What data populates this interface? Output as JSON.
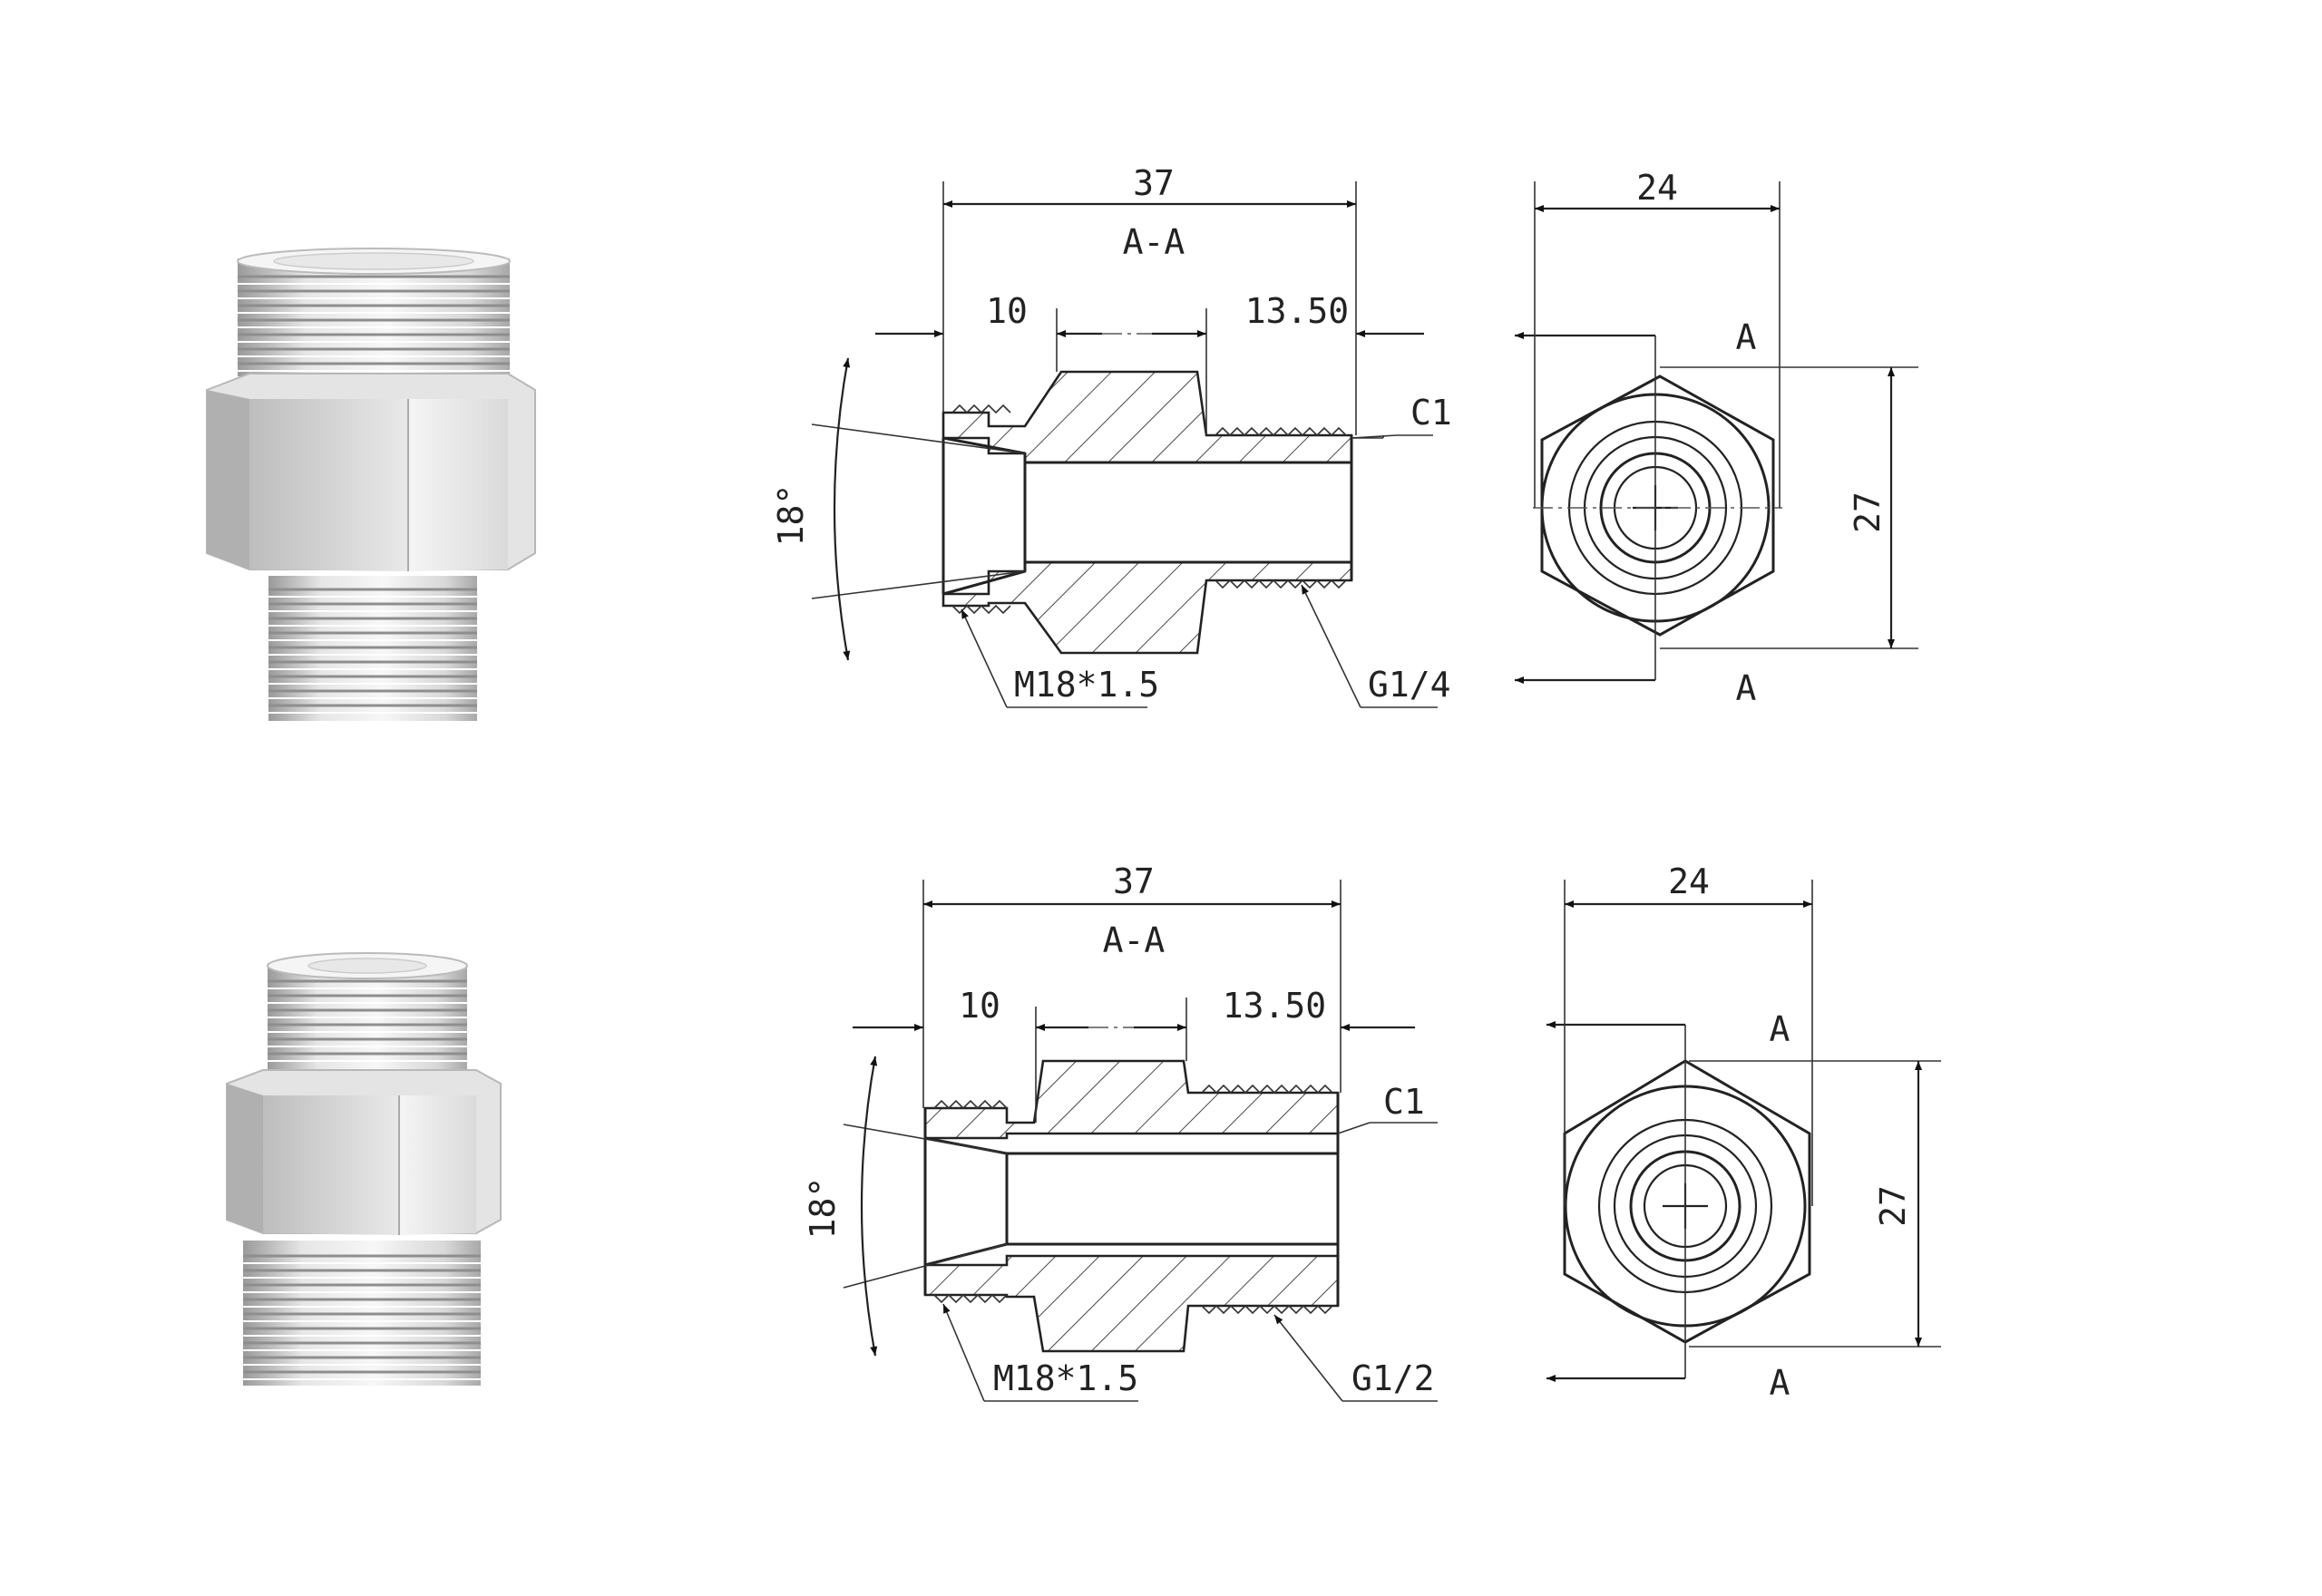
{
  "assemblies": [
    {
      "id": "top",
      "dim_total": "37",
      "section": "A-A",
      "dim_left": "10",
      "dim_right": "13.50",
      "chamfer": "C1",
      "angle": "18°",
      "thread_left": "M18*1.5",
      "thread_right": "G1/4",
      "width": "24",
      "height": "27",
      "cut_label_top": "A",
      "cut_label_bottom": "A"
    },
    {
      "id": "bottom",
      "dim_total": "37",
      "section": "A-A",
      "dim_left": "10",
      "dim_right": "13.50",
      "chamfer": "C1",
      "angle": "18°",
      "thread_left": "M18*1.5",
      "thread_right": "G1/2",
      "width": "24",
      "height": "27",
      "cut_label_top": "A",
      "cut_label_bottom": "A"
    }
  ],
  "colors": {
    "ink": "#222222",
    "metal_light": "#f2f2f2",
    "metal_mid": "#cfcfcf",
    "metal_dark": "#9a9a9a"
  }
}
